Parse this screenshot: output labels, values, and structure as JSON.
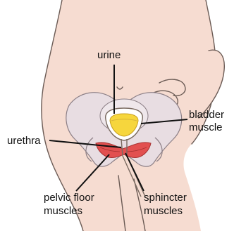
{
  "labels": {
    "urine": "urine",
    "bladder_line1": "bladder",
    "bladder_line2": "muscle",
    "urethra": "urethra",
    "pelvic_line1": "pelvic floor",
    "pelvic_line2": "muscles",
    "sphincter_line1": "sphincter",
    "sphincter_line2": "muscles"
  },
  "colors": {
    "skin": "#f6dcd1",
    "bone": "#e8dde2",
    "bladder": "#f6d63d",
    "muscle": "#e25050",
    "outline": "#6b5b55",
    "text": "#111111"
  }
}
